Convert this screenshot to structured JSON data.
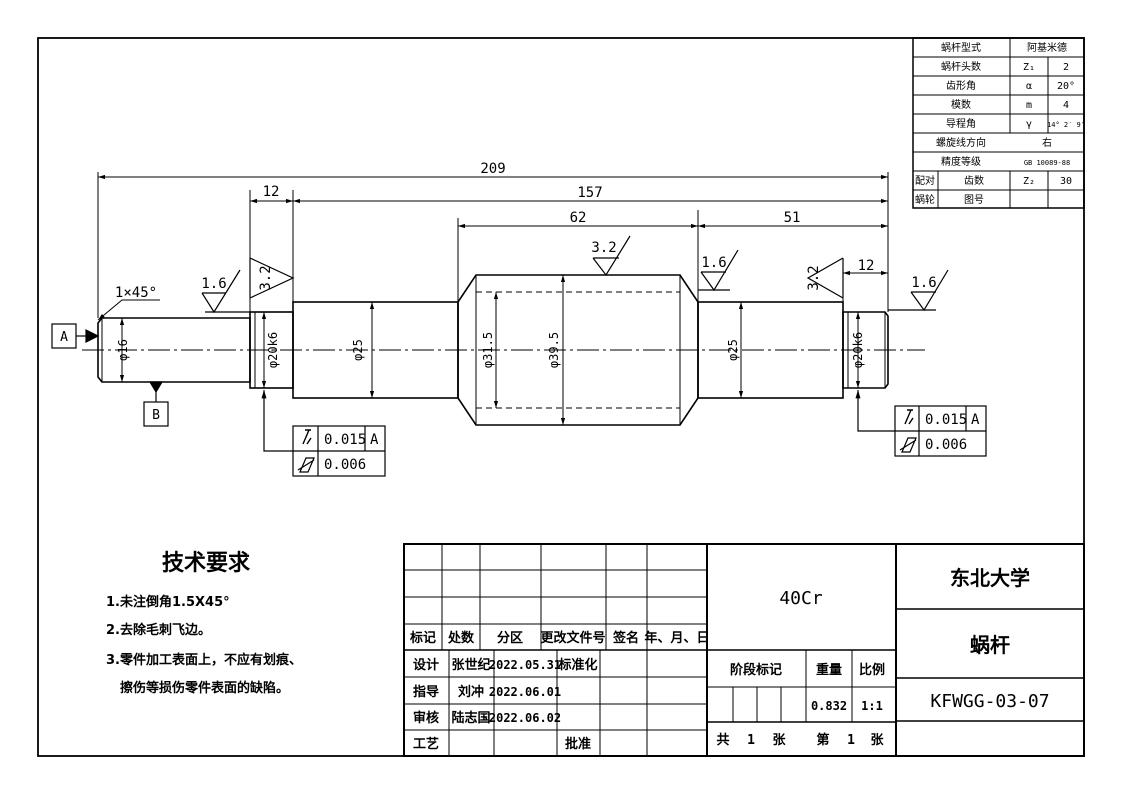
{
  "params": {
    "rows": [
      {
        "label": "蜗杆型式",
        "value": "阿基米德"
      },
      {
        "label": "蜗杆头数",
        "sym": "Z₁",
        "value": "2"
      },
      {
        "label": "齿形角",
        "sym": "α",
        "value": "20°"
      },
      {
        "label": "模数",
        "sym": "m",
        "value": "4"
      },
      {
        "label": "导程角",
        "sym": "γ",
        "value": "14° 2′ 9″"
      },
      {
        "label": "螺旋线方向",
        "value": "右"
      },
      {
        "label": "精度等级",
        "value": "GB 10089-88"
      },
      {
        "group": "配对",
        "label": "齿数",
        "sym": "Z₂",
        "value": "30"
      },
      {
        "group": "蜗轮",
        "label": "图号",
        "sym": "",
        "value": ""
      }
    ]
  },
  "dims": {
    "overall": "209",
    "d12a": "12",
    "d157": "157",
    "d62": "62",
    "d51": "51",
    "d12b": "12",
    "chamfer": "1×45°",
    "dia16": "φ16",
    "dia20k6a": "φ20k6",
    "dia25a": "φ25",
    "dia31": "φ31.5",
    "dia39": "φ39.5",
    "dia25b": "φ25",
    "dia20k6b": "φ20k6"
  },
  "rough": {
    "r1": "1.6",
    "r2": "3.2",
    "r3": "3.2",
    "r4": "1.6",
    "r5": "3.2",
    "r6": "1.6"
  },
  "datums": {
    "a": "A",
    "b": "B"
  },
  "tol": {
    "left": {
      "val1": "0.015",
      "ref1": "A",
      "val2": "0.006"
    },
    "right": {
      "val1": "0.015",
      "ref1": "A",
      "val2": "0.006"
    }
  },
  "tech": {
    "title": "技术要求",
    "items": [
      "1.未注倒角1.5X45°",
      "2.去除毛刺飞边。",
      "3.零件加工表面上，不应有划痕、",
      "擦伤等损伤零件表面的缺陷。"
    ]
  },
  "title_block": {
    "headers": [
      "标记",
      "处数",
      "分区",
      "更改文件号",
      "签名",
      "年、月、日"
    ],
    "design_label": "设计",
    "designer": "张世纪",
    "design_date": "2022.05.31",
    "std_label": "标准化",
    "guide_label": "指导",
    "guide": "刘冲",
    "guide_date": "2022.06.01",
    "review_label": "审核",
    "reviewer": "陆志国",
    "review_date": "2022.06.02",
    "process_label": "工艺",
    "approve_label": "批准",
    "material": "40Cr",
    "stage_label": "阶段标记",
    "weight_label": "重量",
    "scale_label": "比例",
    "weight": "0.832",
    "scale": "1:1",
    "sheets_total_label": "共",
    "sheets_total": "1",
    "sheets_unit": "张",
    "sheet_no_label": "第",
    "sheet_no": "1",
    "sheet_unit": "张",
    "school": "东北大学",
    "part_name": "蜗杆",
    "drawing_no": "KFWGG-03-07"
  }
}
